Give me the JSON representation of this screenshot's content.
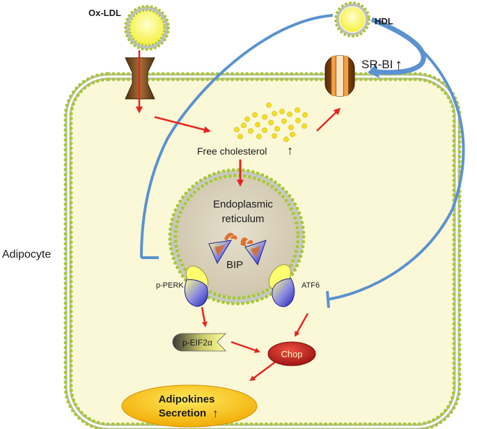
{
  "labels": {
    "oxldl": "Ox-LDL",
    "hdl": "HDL",
    "srbi": "SR-BI",
    "free_cholesterol": "Free cholesterol",
    "er_line1": "Endoplasmic",
    "er_line2": "reticulum",
    "bip": "BIP",
    "pperk": "p-PERK",
    "atf6": "ATF6",
    "peif2a": "p-EIF2α",
    "chop": "Chop",
    "adipocyte": "Adipocyte",
    "adipokines_line1": "Adipokines",
    "adipokines_line2": "Secretion"
  },
  "symbols": {
    "up_arrow": "↑"
  },
  "colors": {
    "cell_fill": "#fbf8d8",
    "membrane_head": "#a8c83a",
    "membrane_edge": "#5f7d10",
    "er_fill": "#dcd5c0",
    "red_arrow": "#e8231e",
    "blue_path": "#5b92d0",
    "lipoprotein_core": "#ffff66",
    "chop_fill": "#c8201a",
    "adipokine_fill": "#ffd700"
  },
  "icons": {
    "ldl_receptor": "ldl-receptor-icon",
    "srbi_receptor": "srbi-receptor-icon",
    "cholesterol": "cholesterol-droplets-icon"
  }
}
